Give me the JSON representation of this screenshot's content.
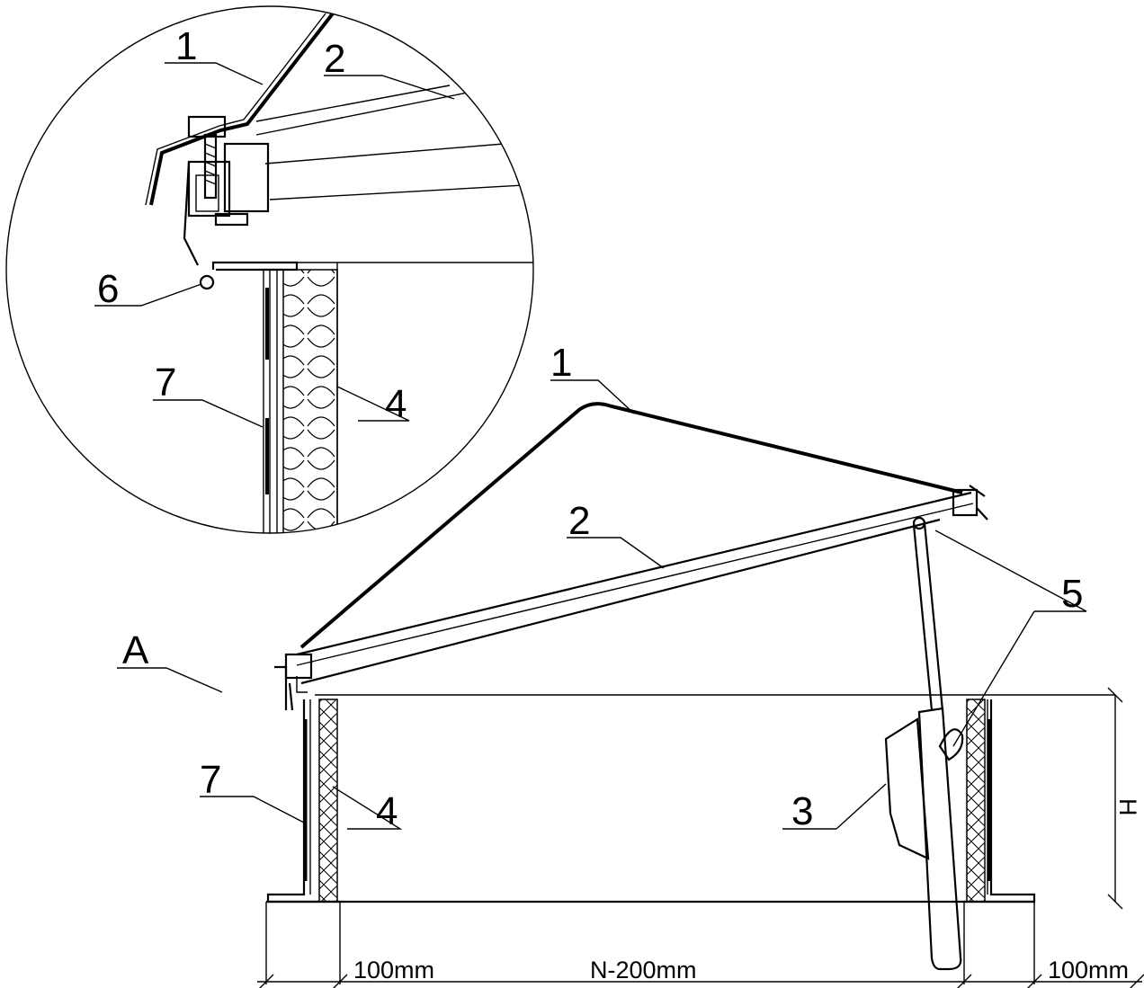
{
  "callouts": {
    "detail_1": "1",
    "detail_2": "2",
    "detail_6": "6",
    "detail_7": "7",
    "detail_4": "4",
    "main_1": "1",
    "main_2": "2",
    "main_5": "5",
    "main_A": "A",
    "main_7": "7",
    "main_4": "4",
    "main_3": "3"
  },
  "dimensions": {
    "left_wall": "100mm",
    "center_span": "N-200mm",
    "right_wall": "100mm",
    "height": "H"
  }
}
